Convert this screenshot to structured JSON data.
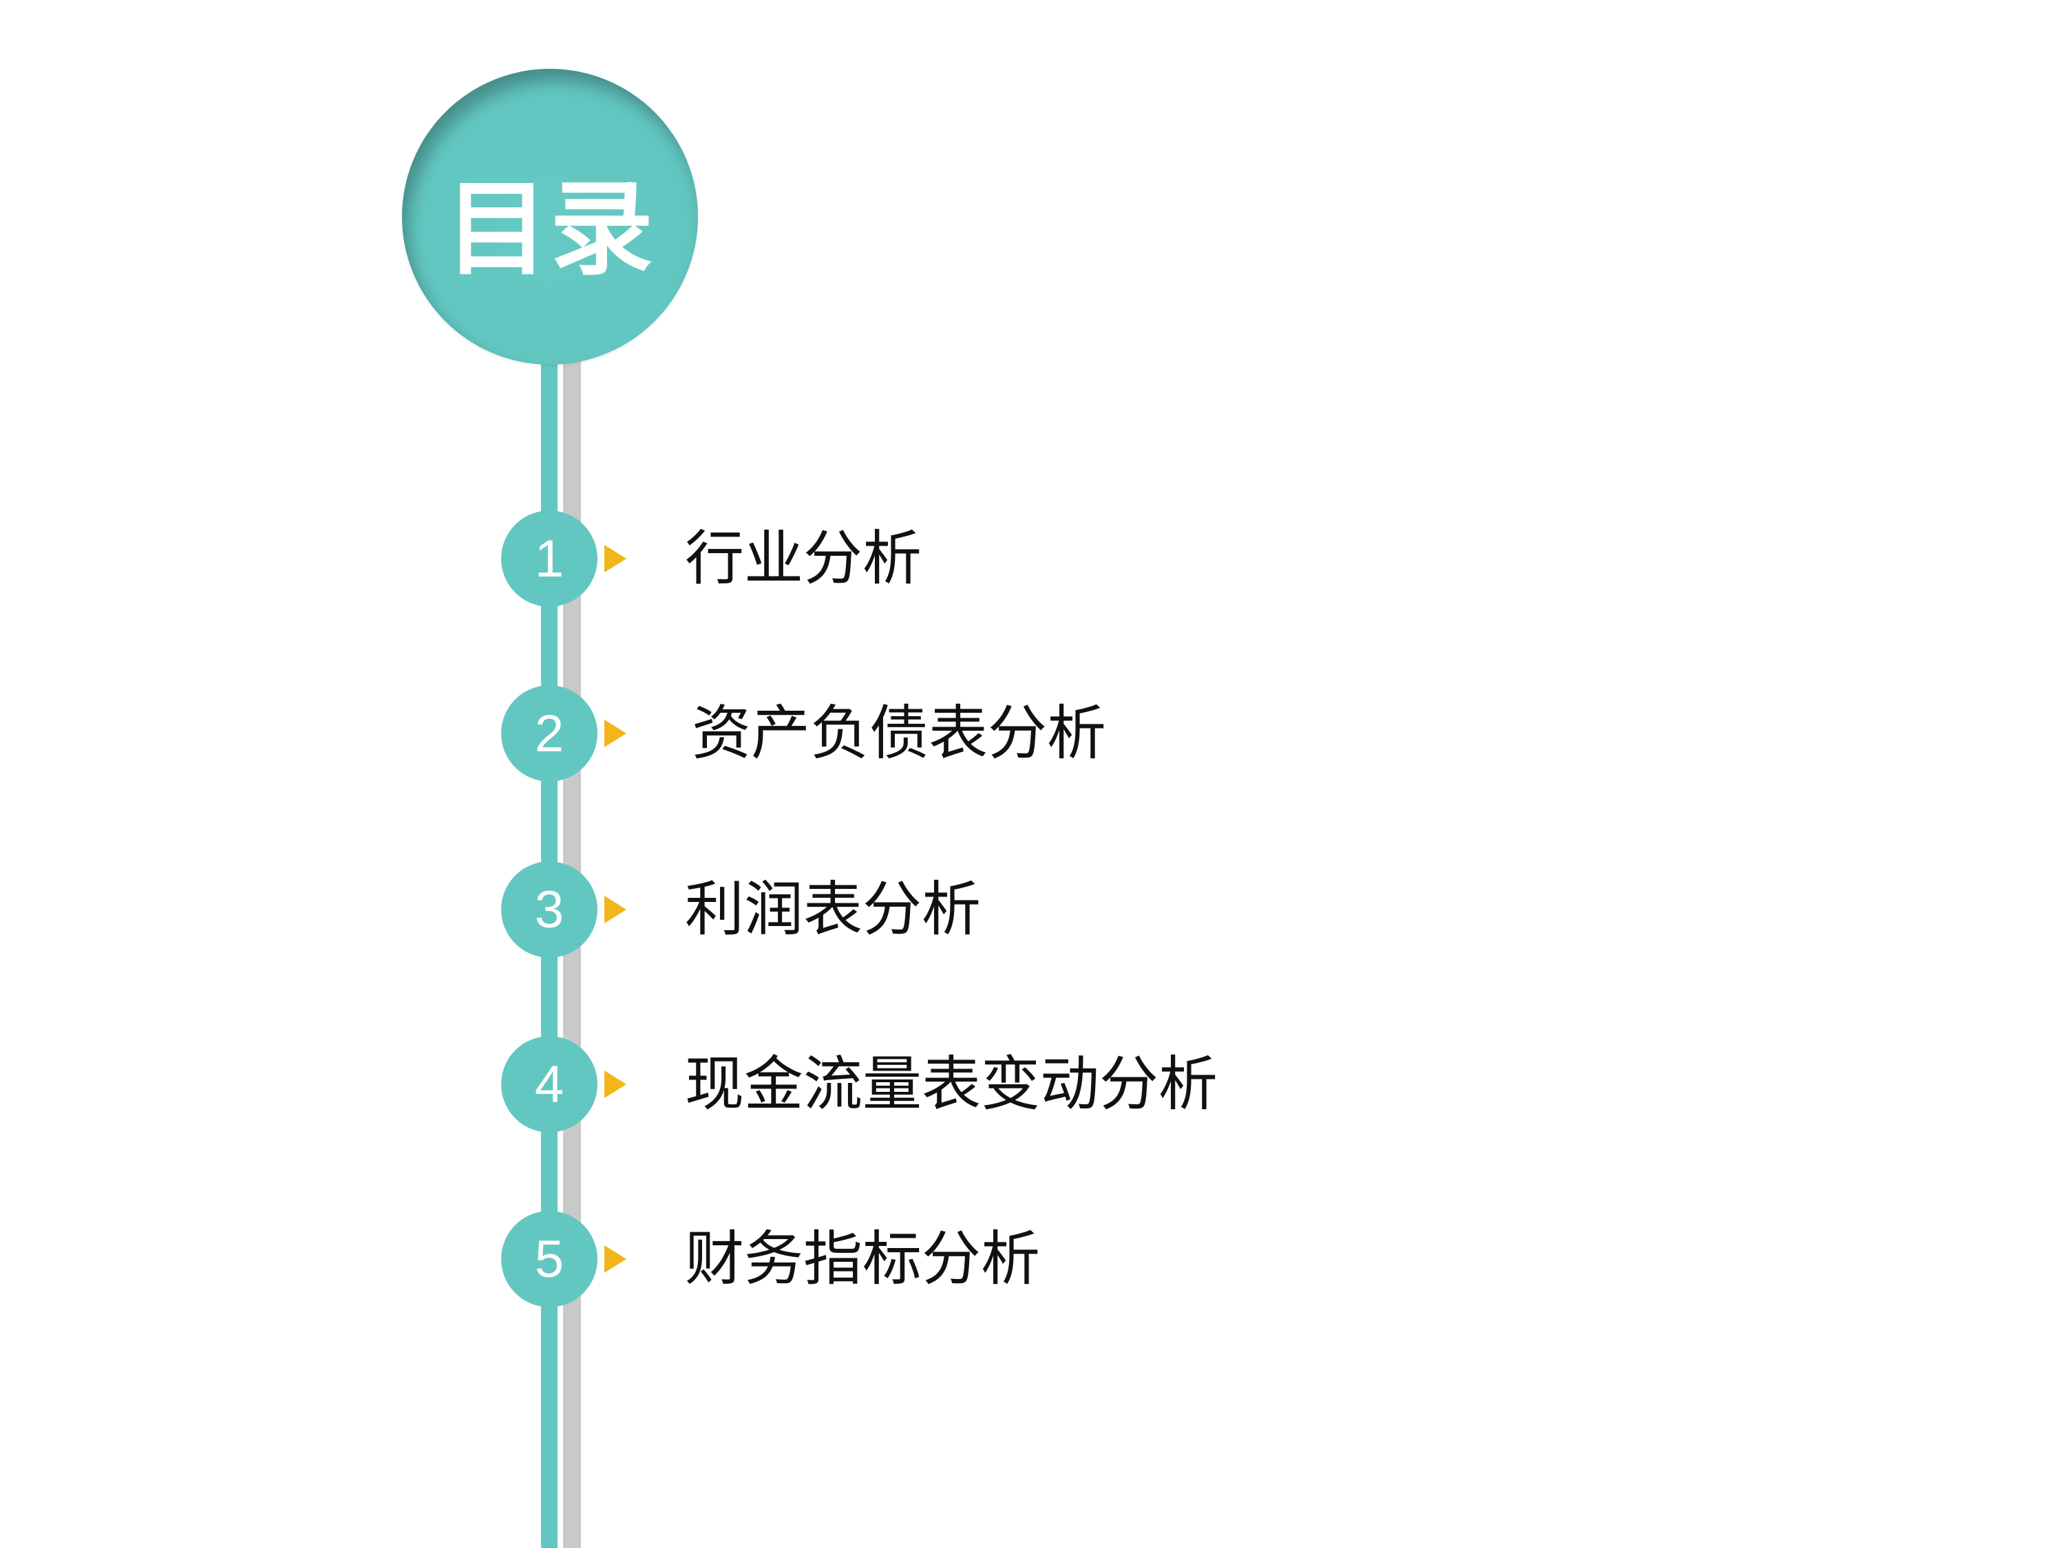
{
  "title": "目录",
  "items": [
    {
      "number": "1",
      "label": "行业分析"
    },
    {
      "number": "2",
      "label": "资产负债表分析"
    },
    {
      "number": "3",
      "label": "利润表分析"
    },
    {
      "number": "4",
      "label": "现金流量表变动分析"
    },
    {
      "number": "5",
      "label": "财务指标分析"
    }
  ],
  "colors": {
    "accent": "#63c7c1",
    "arrow": "#f2b51a",
    "rail_gray": "#c9c9c9",
    "text": "#111111"
  },
  "icons": {
    "marker": "triangle-right-icon"
  }
}
